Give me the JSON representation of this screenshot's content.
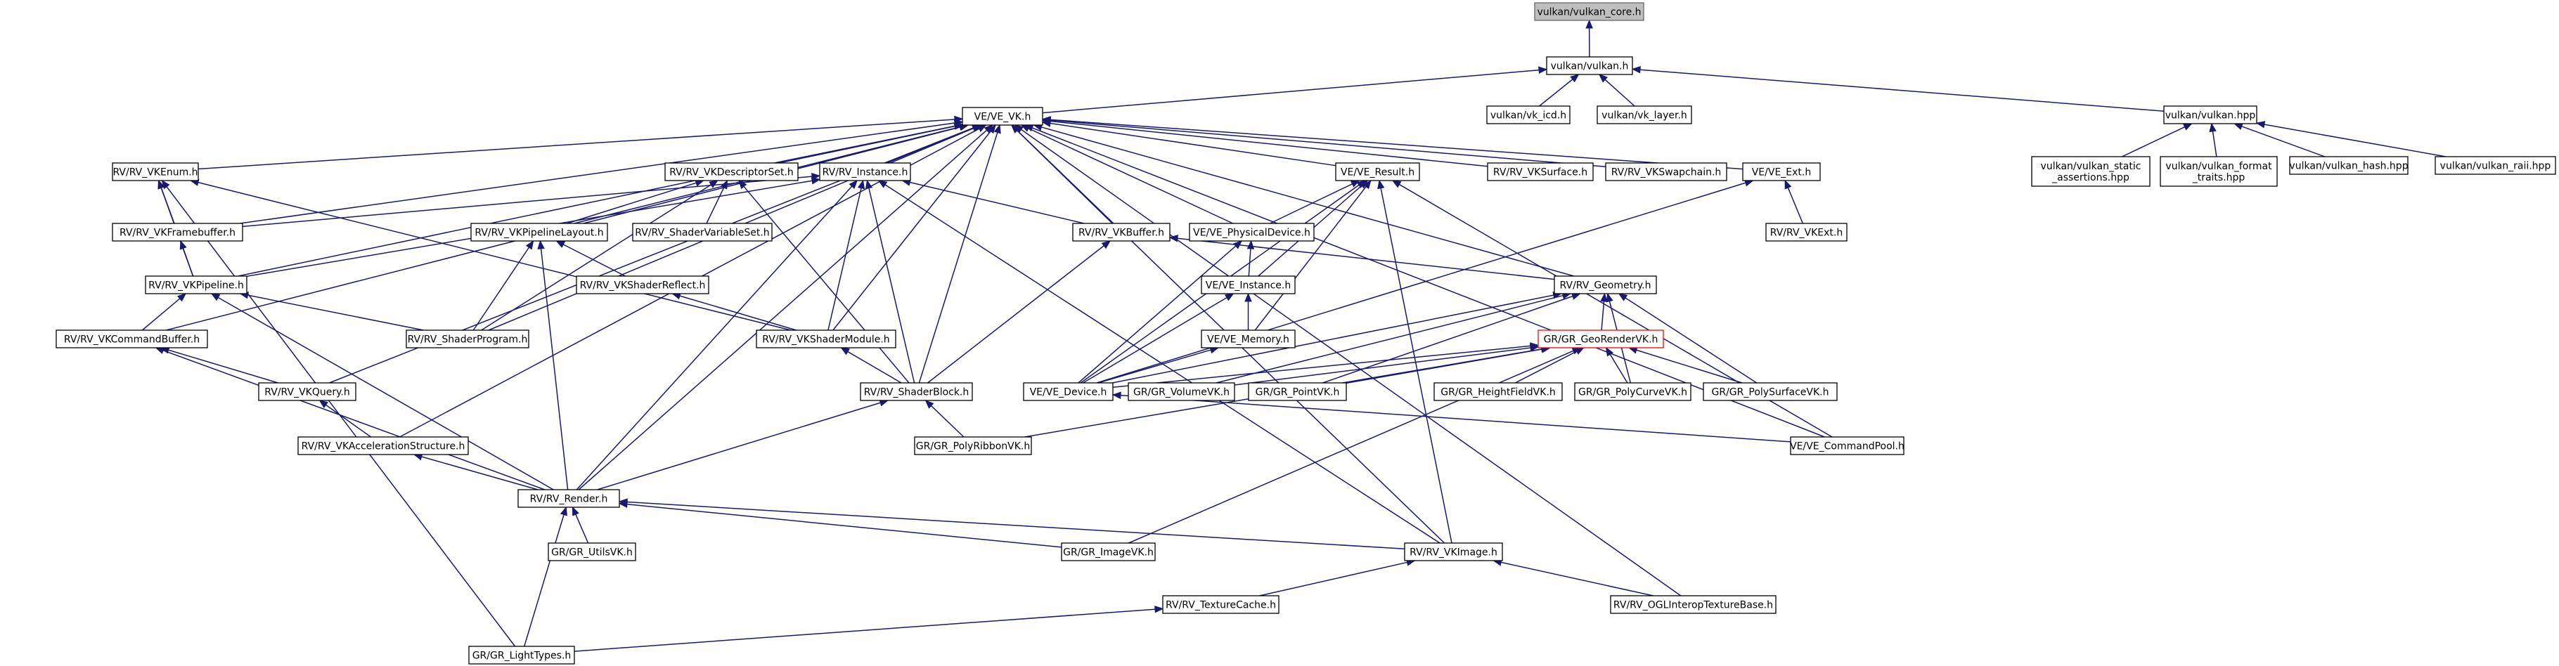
{
  "graph_title": "",
  "colors": {
    "edge": "#191970",
    "root_fill": "#bfbfbf",
    "highlight_border": "#ff0000"
  },
  "nodes": [
    {
      "id": "vkcore",
      "label": "vulkan/vulkan_core.h",
      "style": "root"
    },
    {
      "id": "vulkan",
      "label": "vulkan/vulkan.h"
    },
    {
      "id": "vkicd",
      "label": "vulkan/vk_icd.h"
    },
    {
      "id": "vklayer",
      "label": "vulkan/vk_layer.h"
    },
    {
      "id": "vulkanhpp",
      "label": "vulkan/vulkan.hpp"
    },
    {
      "id": "vkstatic",
      "label": "vulkan/vulkan_static\n_assertions.hpp"
    },
    {
      "id": "vkformat",
      "label": "vulkan/vulkan_format\n_traits.hpp"
    },
    {
      "id": "vkhash",
      "label": "vulkan/vulkan_hash.hpp"
    },
    {
      "id": "vkraii",
      "label": "vulkan/vulkan_raii.hpp"
    },
    {
      "id": "vevk",
      "label": "VE/VE_VK.h"
    },
    {
      "id": "vkenum",
      "label": "RV/RV_VKEnum.h"
    },
    {
      "id": "vkdescset",
      "label": "RV/RV_VKDescriptorSet.h"
    },
    {
      "id": "instance",
      "label": "RV/RV_Instance.h"
    },
    {
      "id": "veresult",
      "label": "VE/VE_Result.h"
    },
    {
      "id": "vksurface",
      "label": "RV/RV_VKSurface.h"
    },
    {
      "id": "vkswap",
      "label": "RV/RV_VKSwapchain.h"
    },
    {
      "id": "veext",
      "label": "VE/VE_Ext.h"
    },
    {
      "id": "vkext",
      "label": "RV/RV_VKExt.h"
    },
    {
      "id": "vkfb",
      "label": "RV/RV_VKFramebuffer.h"
    },
    {
      "id": "pipelayout",
      "label": "RV/RV_VKPipelineLayout.h"
    },
    {
      "id": "shadervarset",
      "label": "RV/RV_ShaderVariableSet.h"
    },
    {
      "id": "vkbuffer",
      "label": "RV/RV_VKBuffer.h"
    },
    {
      "id": "physdev",
      "label": "VE/VE_PhysicalDevice.h"
    },
    {
      "id": "vkpipeline",
      "label": "RV/RV_VKPipeline.h"
    },
    {
      "id": "shaderreflect",
      "label": "RV/RV_VKShaderReflect.h"
    },
    {
      "id": "veinstance",
      "label": "VE/VE_Instance.h"
    },
    {
      "id": "geometry",
      "label": "RV/RV_Geometry.h"
    },
    {
      "id": "cmdbuffer",
      "label": "RV/RV_VKCommandBuffer.h"
    },
    {
      "id": "shaderprog",
      "label": "RV/RV_ShaderProgram.h"
    },
    {
      "id": "shadermodule",
      "label": "RV/RV_VKShaderModule.h"
    },
    {
      "id": "vememory",
      "label": "VE/VE_Memory.h"
    },
    {
      "id": "georender",
      "label": "GR/GR_GeoRenderVK.h",
      "style": "highlight"
    },
    {
      "id": "vkquery",
      "label": "RV/RV_VKQuery.h"
    },
    {
      "id": "shaderblock",
      "label": "RV/RV_ShaderBlock.h"
    },
    {
      "id": "vedevice",
      "label": "VE/VE_Device.h"
    },
    {
      "id": "volumevk",
      "label": "GR/GR_VolumeVK.h"
    },
    {
      "id": "pointvk",
      "label": "GR/GR_PointVK.h"
    },
    {
      "id": "heightfield",
      "label": "GR/GR_HeightFieldVK.h"
    },
    {
      "id": "polycurve",
      "label": "GR/GR_PolyCurveVK.h"
    },
    {
      "id": "polysurface",
      "label": "GR/GR_PolySurfaceVK.h"
    },
    {
      "id": "accel",
      "label": "RV/RV_VKAccelerationStructure.h"
    },
    {
      "id": "polyribbon",
      "label": "GR/GR_PolyRibbonVK.h"
    },
    {
      "id": "cmdpool",
      "label": "VE/VE_CommandPool.h"
    },
    {
      "id": "render",
      "label": "RV/RV_Render.h"
    },
    {
      "id": "utilsvk",
      "label": "GR/GR_UtilsVK.h"
    },
    {
      "id": "imagevk",
      "label": "GR/GR_ImageVK.h"
    },
    {
      "id": "vkimage",
      "label": "RV/RV_VKImage.h"
    },
    {
      "id": "texcache",
      "label": "RV/RV_TextureCache.h"
    },
    {
      "id": "oglinterop",
      "label": "RV/RV_OGLInteropTextureBase.h"
    },
    {
      "id": "lighttypes",
      "label": "GR/GR_LightTypes.h"
    }
  ],
  "edges": [
    [
      "vkcore",
      "vulkan"
    ],
    [
      "vulkan",
      "vkicd"
    ],
    [
      "vulkan",
      "vklayer"
    ],
    [
      "vulkan",
      "vulkanhpp"
    ],
    [
      "vulkan",
      "vevk"
    ],
    [
      "vulkanhpp",
      "vkstatic"
    ],
    [
      "vulkanhpp",
      "vkformat"
    ],
    [
      "vulkanhpp",
      "vkhash"
    ],
    [
      "vulkanhpp",
      "vkraii"
    ],
    [
      "vevk",
      "vkenum"
    ],
    [
      "vevk",
      "vkdescset"
    ],
    [
      "vevk",
      "instance"
    ],
    [
      "vevk",
      "veresult"
    ],
    [
      "vevk",
      "vksurface"
    ],
    [
      "vevk",
      "vkswap"
    ],
    [
      "vevk",
      "veext"
    ],
    [
      "vevk",
      "vkfb"
    ],
    [
      "vevk",
      "pipelayout"
    ],
    [
      "vevk",
      "vkbuffer"
    ],
    [
      "vevk",
      "physdev"
    ],
    [
      "vevk",
      "vkpipeline"
    ],
    [
      "vevk",
      "geometry"
    ],
    [
      "vevk",
      "cmdbuffer"
    ],
    [
      "vevk",
      "shaderprog"
    ],
    [
      "vevk",
      "shadermodule"
    ],
    [
      "vevk",
      "vkquery"
    ],
    [
      "vevk",
      "shaderblock"
    ],
    [
      "vevk",
      "accel"
    ],
    [
      "vevk",
      "cmdpool"
    ],
    [
      "vevk",
      "render"
    ],
    [
      "vevk",
      "vkimage"
    ],
    [
      "vevk",
      "oglinterop"
    ],
    [
      "vkenum",
      "vkfb"
    ],
    [
      "vkenum",
      "vkpipeline"
    ],
    [
      "vkenum",
      "shadermodule"
    ],
    [
      "vkenum",
      "lighttypes"
    ],
    [
      "vkdescset",
      "pipelayout"
    ],
    [
      "vkdescset",
      "shadervarset"
    ],
    [
      "vkdescset",
      "shaderprog"
    ],
    [
      "vkdescset",
      "shaderblock"
    ],
    [
      "instance",
      "vkfb"
    ],
    [
      "instance",
      "vkpipeline"
    ],
    [
      "instance",
      "vkbuffer"
    ],
    [
      "instance",
      "shadermodule"
    ],
    [
      "instance",
      "shaderblock"
    ],
    [
      "instance",
      "render"
    ],
    [
      "instance",
      "vkimage"
    ],
    [
      "veresult",
      "physdev"
    ],
    [
      "veresult",
      "veinstance"
    ],
    [
      "veresult",
      "vememory"
    ],
    [
      "veresult",
      "vedevice"
    ],
    [
      "veresult",
      "cmdpool"
    ],
    [
      "veresult",
      "vkimage"
    ],
    [
      "veext",
      "vkext"
    ],
    [
      "veext",
      "vedevice"
    ],
    [
      "vkfb",
      "vkpipeline"
    ],
    [
      "pipelayout",
      "shaderreflect"
    ],
    [
      "pipelayout",
      "shaderprog"
    ],
    [
      "pipelayout",
      "render"
    ],
    [
      "vkbuffer",
      "geometry"
    ],
    [
      "vkbuffer",
      "shaderblock"
    ],
    [
      "physdev",
      "veinstance"
    ],
    [
      "physdev",
      "vedevice"
    ],
    [
      "vkpipeline",
      "cmdbuffer"
    ],
    [
      "vkpipeline",
      "shaderprog"
    ],
    [
      "vkpipeline",
      "render"
    ],
    [
      "shaderreflect",
      "shadermodule"
    ],
    [
      "veinstance",
      "vememory"
    ],
    [
      "veinstance",
      "vedevice"
    ],
    [
      "geometry",
      "georender"
    ],
    [
      "geometry",
      "vedevice"
    ],
    [
      "geometry",
      "volumevk"
    ],
    [
      "geometry",
      "pointvk"
    ],
    [
      "geometry",
      "polycurve"
    ],
    [
      "geometry",
      "polysurface"
    ],
    [
      "cmdbuffer",
      "vkquery"
    ],
    [
      "cmdbuffer",
      "render"
    ],
    [
      "shadermodule",
      "shaderblock"
    ],
    [
      "vememory",
      "vedevice"
    ],
    [
      "georender",
      "vedevice"
    ],
    [
      "georender",
      "volumevk"
    ],
    [
      "georender",
      "pointvk"
    ],
    [
      "georender",
      "heightfield"
    ],
    [
      "georender",
      "polycurve"
    ],
    [
      "georender",
      "polysurface"
    ],
    [
      "georender",
      "polyribbon"
    ],
    [
      "georender",
      "imagevk"
    ],
    [
      "vkquery",
      "accel"
    ],
    [
      "shaderblock",
      "polyribbon"
    ],
    [
      "shaderblock",
      "render"
    ],
    [
      "vedevice",
      "cmdpool"
    ],
    [
      "accel",
      "render"
    ],
    [
      "render",
      "utilsvk"
    ],
    [
      "render",
      "imagevk"
    ],
    [
      "render",
      "vkimage"
    ],
    [
      "render",
      "lighttypes"
    ],
    [
      "vkimage",
      "texcache"
    ],
    [
      "vkimage",
      "oglinterop"
    ],
    [
      "texcache",
      "lighttypes"
    ]
  ]
}
